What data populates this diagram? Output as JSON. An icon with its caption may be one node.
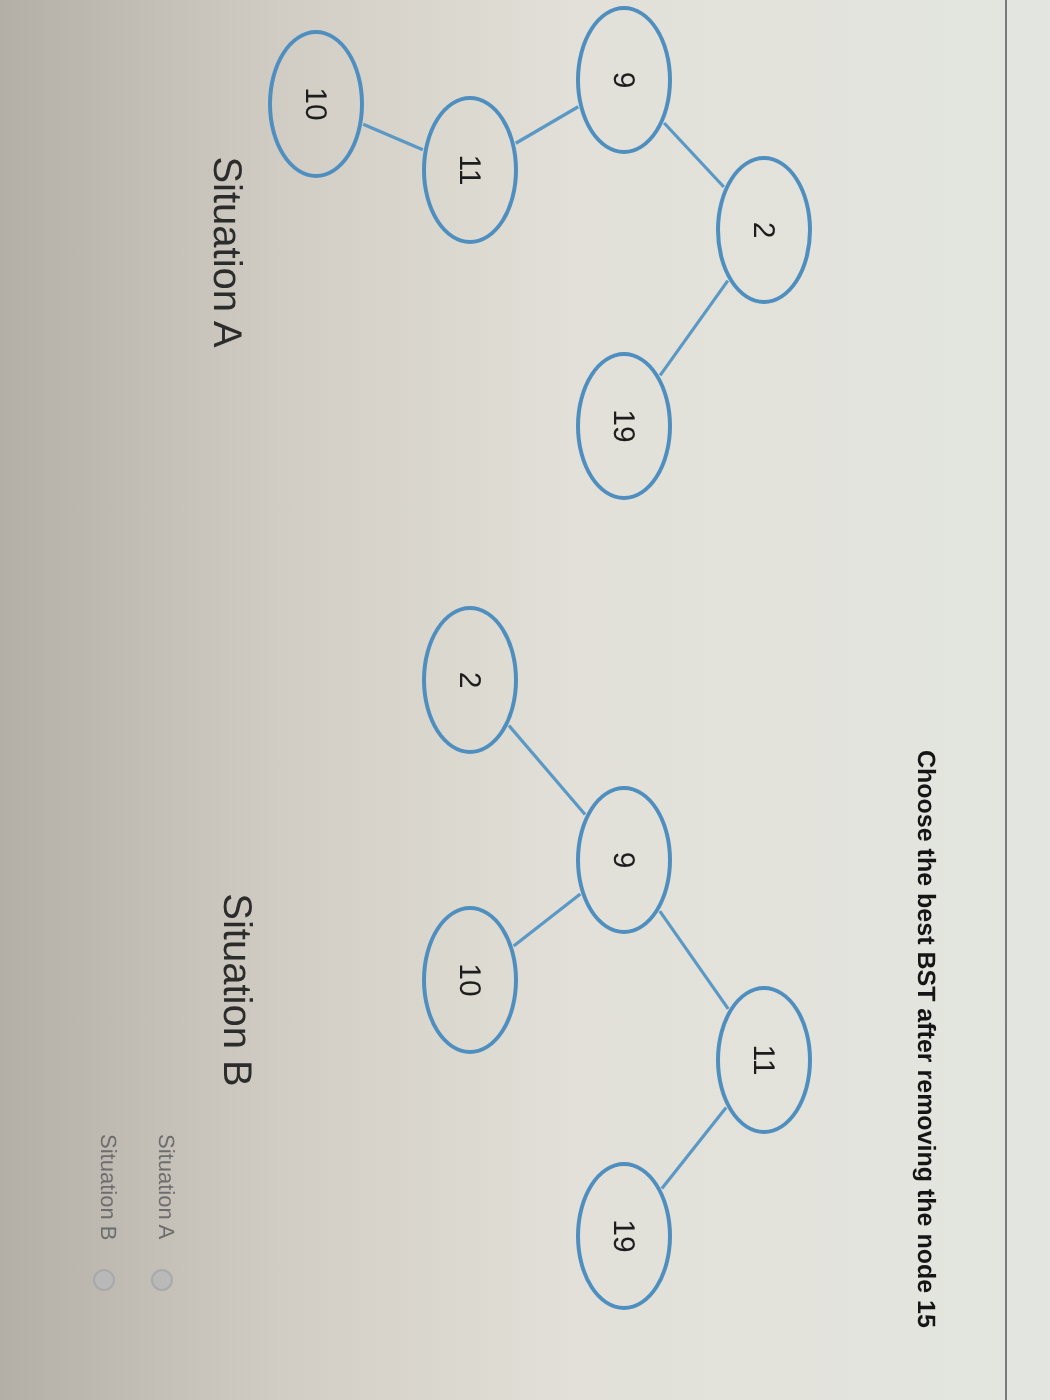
{
  "diagram": {
    "title": "Choose the best BST after removing the node 15",
    "nodes": [
      {
        "text": [
          "2"
        ]
      },
      {
        "text": [
          "9"
        ]
      },
      {
        "text": [
          "19"
        ]
      },
      {
        "text": [
          "11"
        ]
      },
      {
        "text": [
          "10"
        ]
      },
      {
        "text": [
          "11"
        ]
      },
      {
        "text": [
          "9"
        ]
      },
      {
        "text": [
          "19"
        ]
      },
      {
        "text": [
          "2"
        ]
      },
      {
        "text": [
          "10"
        ]
      }
    ],
    "edges": [
      {
        "from": 0,
        "to": 1,
        "arrow": "none"
      },
      {
        "from": 0,
        "to": 2,
        "arrow": "none"
      },
      {
        "from": 1,
        "to": 3,
        "arrow": "none"
      },
      {
        "from": 3,
        "to": 4,
        "arrow": "none"
      },
      {
        "from": 5,
        "to": 6,
        "arrow": "none"
      },
      {
        "from": 5,
        "to": 7,
        "arrow": "none"
      },
      {
        "from": 6,
        "to": 8,
        "arrow": "none"
      },
      {
        "from": 6,
        "to": 9,
        "arrow": "none"
      }
    ],
    "labels": [
      "Situation A",
      "Situation B",
      "Situation A",
      "Situation B"
    ]
  }
}
